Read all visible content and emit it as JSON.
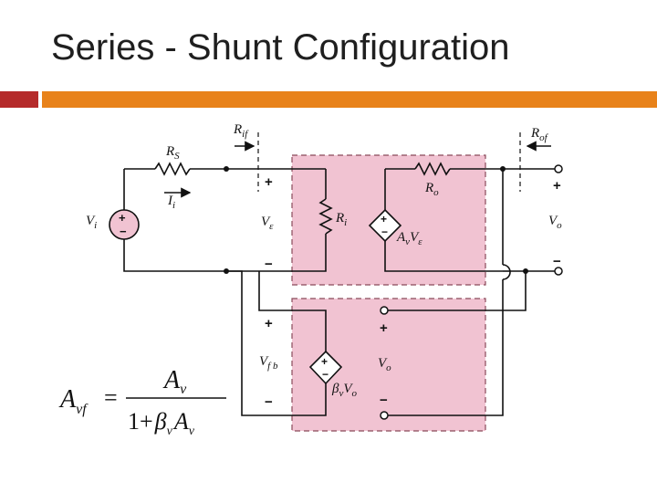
{
  "slide": {
    "title": "Series - Shunt Configuration",
    "colors": {
      "left_bar": "#b52a2a",
      "top_bar": "#e8821a",
      "block_fill": "#f1c3d2",
      "block_dash": "#8a4a5a"
    }
  },
  "diagram": {
    "labels": {
      "rif": "R",
      "rif_sub": "if",
      "rs": "R",
      "rs_sub": "S",
      "ii": "I",
      "ii_sub": "i",
      "vi": "V",
      "vi_sub": "i",
      "ve": "V",
      "ve_sub": "ε",
      "ri": "R",
      "ri_sub": "i",
      "ro": "R",
      "ro_sub": "o",
      "avve": "A",
      "avve_sub": "v",
      "avve_tail": "V",
      "avve_tail_sub": "ε",
      "rof": "R",
      "rof_sub": "of",
      "vo_out": "V",
      "vo_out_sub": "o",
      "vfb": "V",
      "vfb_sub": "f b",
      "vo_fb": "V",
      "vo_fb_sub": "o",
      "bvvo": "β",
      "bvvo_sub": "v",
      "bvvo_tail": "V",
      "bvvo_tail_sub": "o"
    },
    "signs": {
      "plus": "+",
      "minus": "−"
    },
    "equation": {
      "lhs": "A",
      "lhs_sub": "vf",
      "equals": "=",
      "numerator": "A",
      "numerator_sub": "v",
      "den_one_plus": "1+",
      "den_beta": "β",
      "den_beta_sub": "v",
      "den_a": "A",
      "den_a_sub": "v"
    }
  }
}
